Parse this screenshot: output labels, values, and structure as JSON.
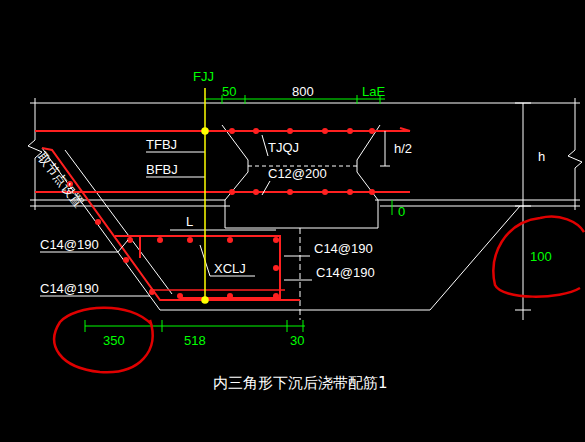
{
  "diagram": {
    "caption": "内三角形下沉后浇带配筋1",
    "labels": [
      "FJJ",
      "50",
      "800",
      "LaE",
      "取节点设置",
      "TFBJ",
      "TJQJ",
      "h/2",
      "h",
      "BFBJ",
      "C12@200",
      "0",
      "L",
      "C14@190",
      "C14@190",
      "100",
      "XCLJ",
      "C14@190",
      "C14@190",
      "350",
      "518",
      "30"
    ]
  }
}
